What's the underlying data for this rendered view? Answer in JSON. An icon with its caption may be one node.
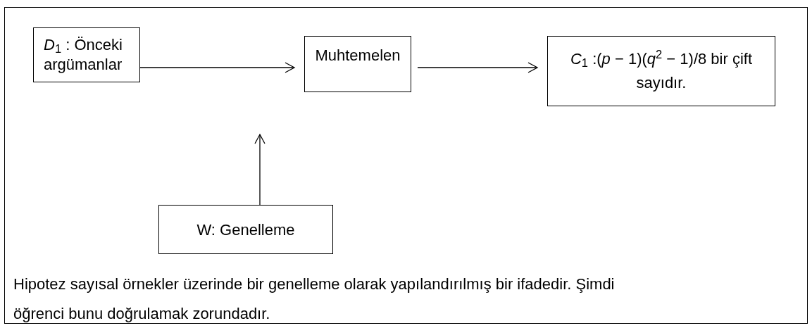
{
  "diagram": {
    "nodes": [
      {
        "text": [
          "Hipotez sayısal örnekler üzerinde bir genelleme olarak yapılandırılmış bir ifadedir. Şimdi öğrenci bunu doğrulamak zorundadır."
        ]
      },
      {
        "text": [
          "*D*$_{1}$ : Önceki argümanlar"
        ],
        "in": 0
      },
      {
        "text": [
          "Muhtemelen"
        ],
        "in": 0
      },
      {
        "text": [
          "*C*$_{1}$ :(*p* − 1)(*q*$^{2}$ − 1)/8 bir çift sayıdır."
        ],
        "in": 0
      },
      {
        "text": [
          "W: Genelleme"
        ],
        "in": 0
      }
    ],
    "edges": [
      {
        "from": 1,
        "to": 2,
        "arrow": "to"
      },
      {
        "from": 4,
        "to": null,
        "arrow": "to"
      },
      {
        "from": 2,
        "to": 3,
        "arrow": "to"
      }
    ]
  }
}
